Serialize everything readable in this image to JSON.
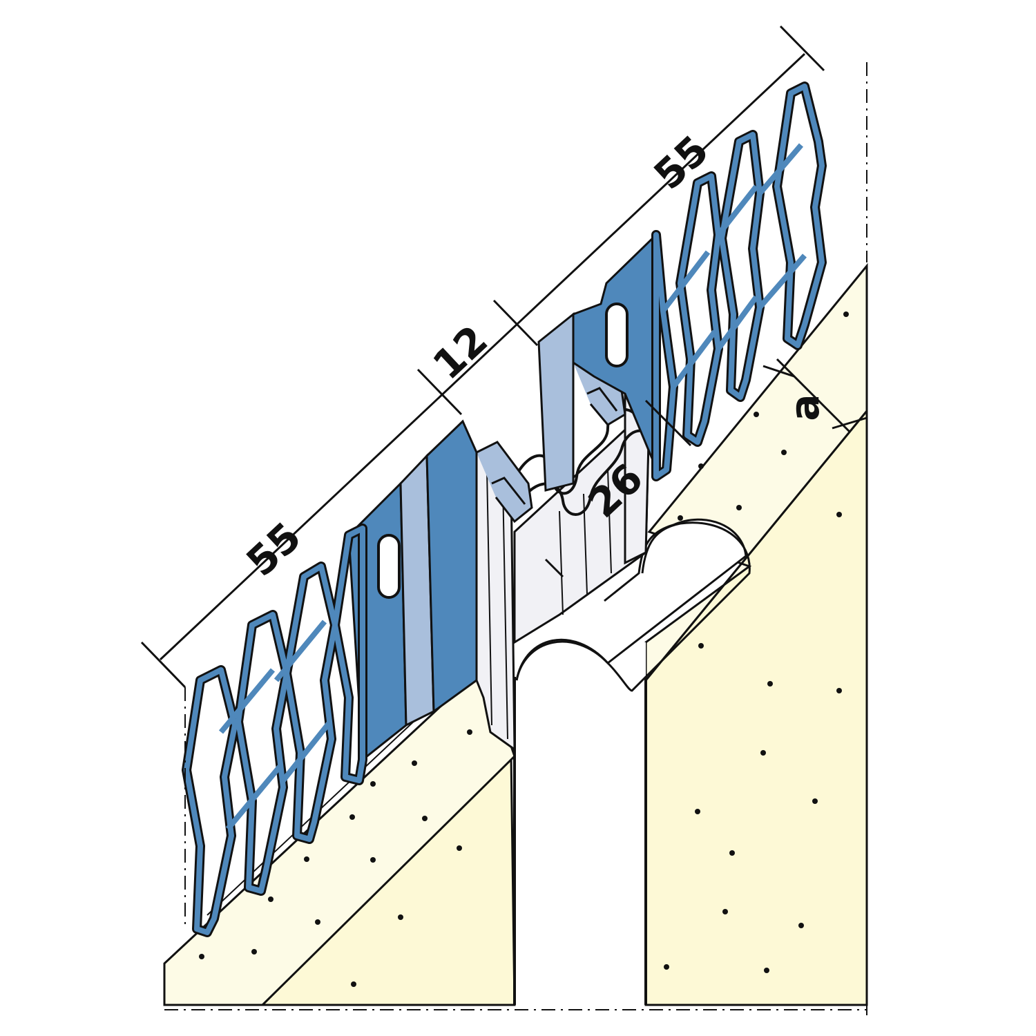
{
  "colors": {
    "mesh_blue": "#4f88bb",
    "profile_blue": "#4f88bb",
    "profile_light": "#a9bfdc",
    "plaster_cream": "#fdfbe6",
    "substrate_yellow": "#fdf9d6",
    "pvc_white": "#f1f1f5",
    "outline": "#111111"
  },
  "dimensions": {
    "left_mesh_width": "55",
    "joint_width": "12",
    "right_mesh_width": "55",
    "profile_depth": "26",
    "plaster_thickness": "a"
  }
}
